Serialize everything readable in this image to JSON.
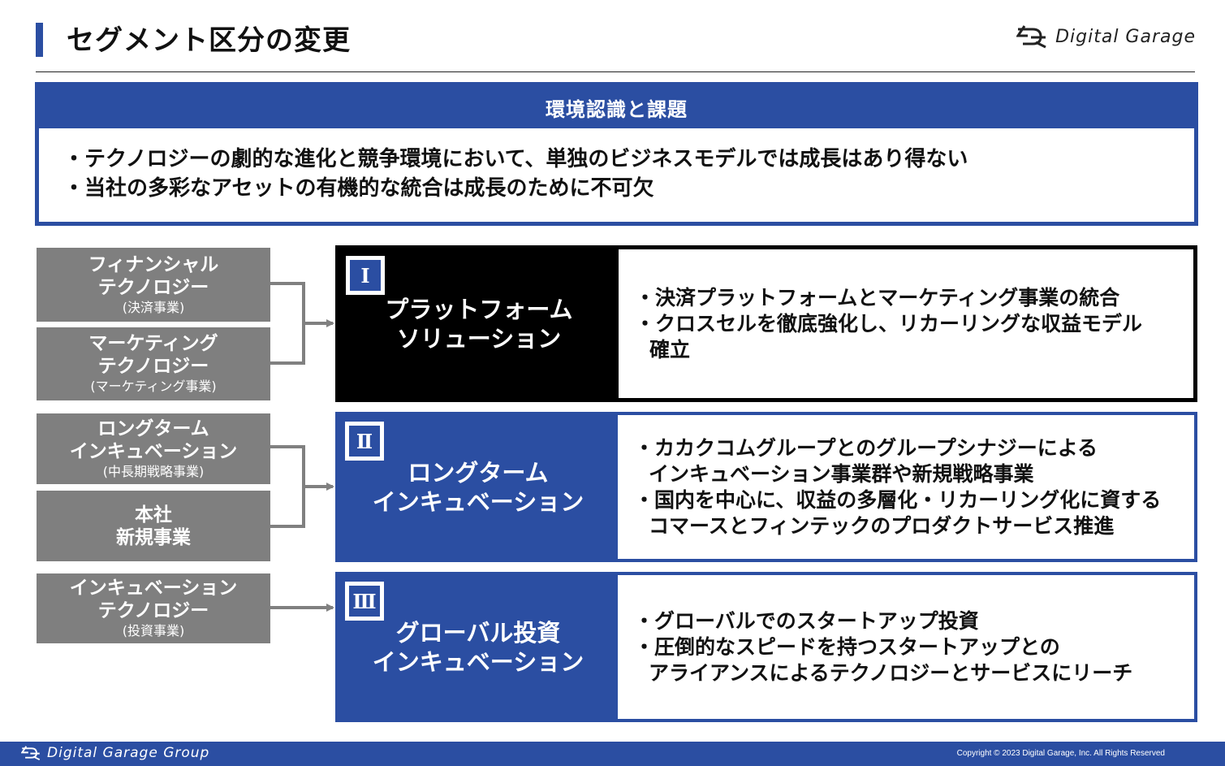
{
  "header": {
    "title": "セグメント区分の変更",
    "logo_text": "Digital Garage"
  },
  "environment": {
    "heading": "環境認識と課題",
    "lines": [
      "・テクノロジーの劇的な進化と競争環境において、単独のビジネスモデルでは成長はあり得ない",
      "・当社の多彩なアセットの有機的な統合は成長のために不可欠"
    ]
  },
  "sources": [
    {
      "main1": "フィナンシャル",
      "main2": "テクノロジー",
      "sub": "(決済事業)"
    },
    {
      "main1": "マーケティング",
      "main2": "テクノロジー",
      "sub": "(マーケティング事業)"
    },
    {
      "main1": "ロングターム",
      "main2": "インキュベーション",
      "sub": "(中長期戦略事業)"
    },
    {
      "main1": "本社",
      "main2": "新規事業",
      "sub": ""
    },
    {
      "main1": "インキュベーション",
      "main2": "テクノロジー",
      "sub": "(投資事業)"
    }
  ],
  "segments": [
    {
      "numeral": "Ⅰ",
      "name1": "プラットフォーム",
      "name2": "ソリューション",
      "bullets": [
        "・決済プラットフォームとマーケティング事業の統合",
        "・クロスセルを徹底強化し、リカーリングな収益モデル",
        "確立"
      ]
    },
    {
      "numeral": "Ⅱ",
      "name1": "ロングターム",
      "name2": "インキュベーション",
      "bullets": [
        "・カカクコムグループとのグループシナジーによる",
        "インキュベーション事業群や新規戦略事業",
        "・国内を中心に、収益の多層化・リカーリング化に資する",
        "コマースとフィンテックのプロダクトサービス推進"
      ]
    },
    {
      "numeral": "Ⅲ",
      "name1": "グローバル投資",
      "name2": "インキュベーション",
      "bullets": [
        "・グローバルでのスタートアップ投資",
        "・圧倒的なスピードを持つスタートアップとの",
        "アライアンスによるテクノロジーとサービスにリーチ"
      ]
    }
  ],
  "footer": {
    "logo_text": "Digital Garage Group",
    "copyright": "Copyright © 2023 Digital Garage, Inc. All Rights Reserved"
  },
  "colors": {
    "brand_blue": "#2b4ea2",
    "grey": "#7f7f7f",
    "black": "#000000"
  }
}
